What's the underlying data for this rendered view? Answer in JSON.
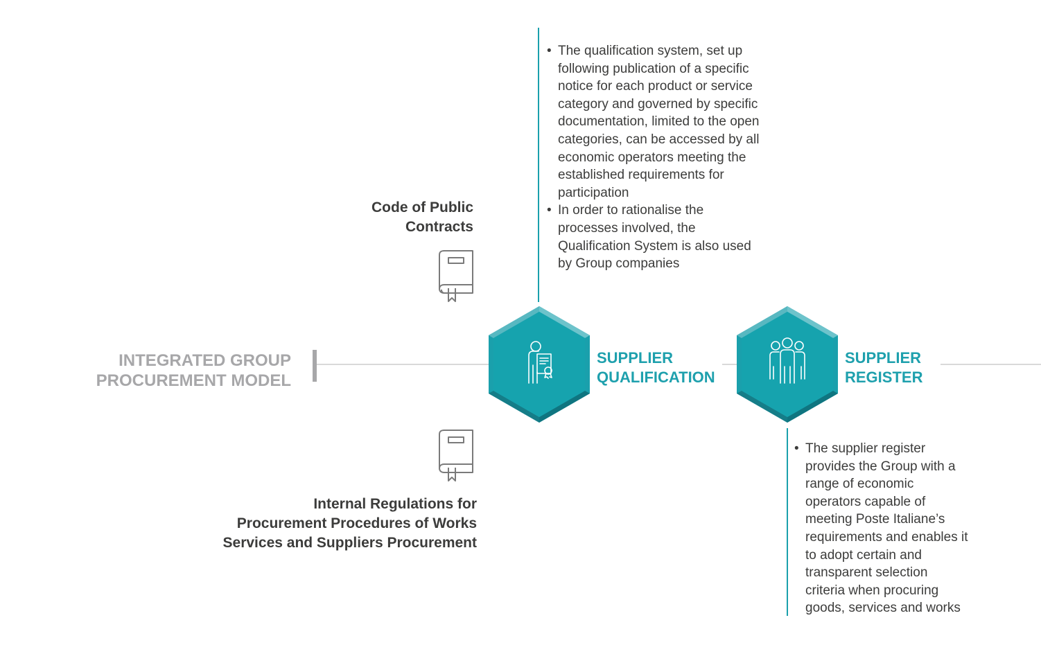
{
  "main": {
    "model_label": "INTEGRATED GROUP PROCUREMENT MODEL",
    "model_label_lines": [
      "INTEGRATED GROUP",
      "PROCUREMENT MODEL"
    ]
  },
  "documents": {
    "code": {
      "title_lines": [
        "Code of Public",
        "Contracts"
      ],
      "icon": "book-icon"
    },
    "internal": {
      "title_lines": [
        "Internal Regulations for",
        "Procurement Procedures of Works",
        "Services and Suppliers Procurement"
      ],
      "icon": "book-icon"
    }
  },
  "nodes": {
    "qualification": {
      "label_lines": [
        "SUPPLIER",
        "QUALIFICATION"
      ],
      "icon": "person-certificate-icon",
      "bullets": [
        "The qualification system, set up following publication of a specific notice for each product or service category and governed by specific documentation, limited to the open categories, can be accessed by all economic operators meeting the established requirements for participation",
        "In order to rationalise the processes involved, the Qualification System is also used by Group companies"
      ]
    },
    "register": {
      "label_lines": [
        "SUPPLIER",
        "REGISTER"
      ],
      "icon": "group-of-people-icon",
      "bullets": [
        "The supplier register provides the Group with a range of economic operators capable of meeting Poste Italiane’s requirements and enables it to adopt certain and transparent selection criteria when procuring goods, services and works"
      ]
    }
  },
  "colors": {
    "teal": "#1aa0ac",
    "teal_light": "#6dc3cb",
    "teal_dark": "#157d88",
    "teal_edge": "#108a96",
    "line_gray": "#d9d9d9",
    "bar_gray": "#a7a7a9",
    "text_dark": "#3c3c3b",
    "label_teal": "#1ea0ad",
    "icon_gray": "#7a7a7a"
  }
}
